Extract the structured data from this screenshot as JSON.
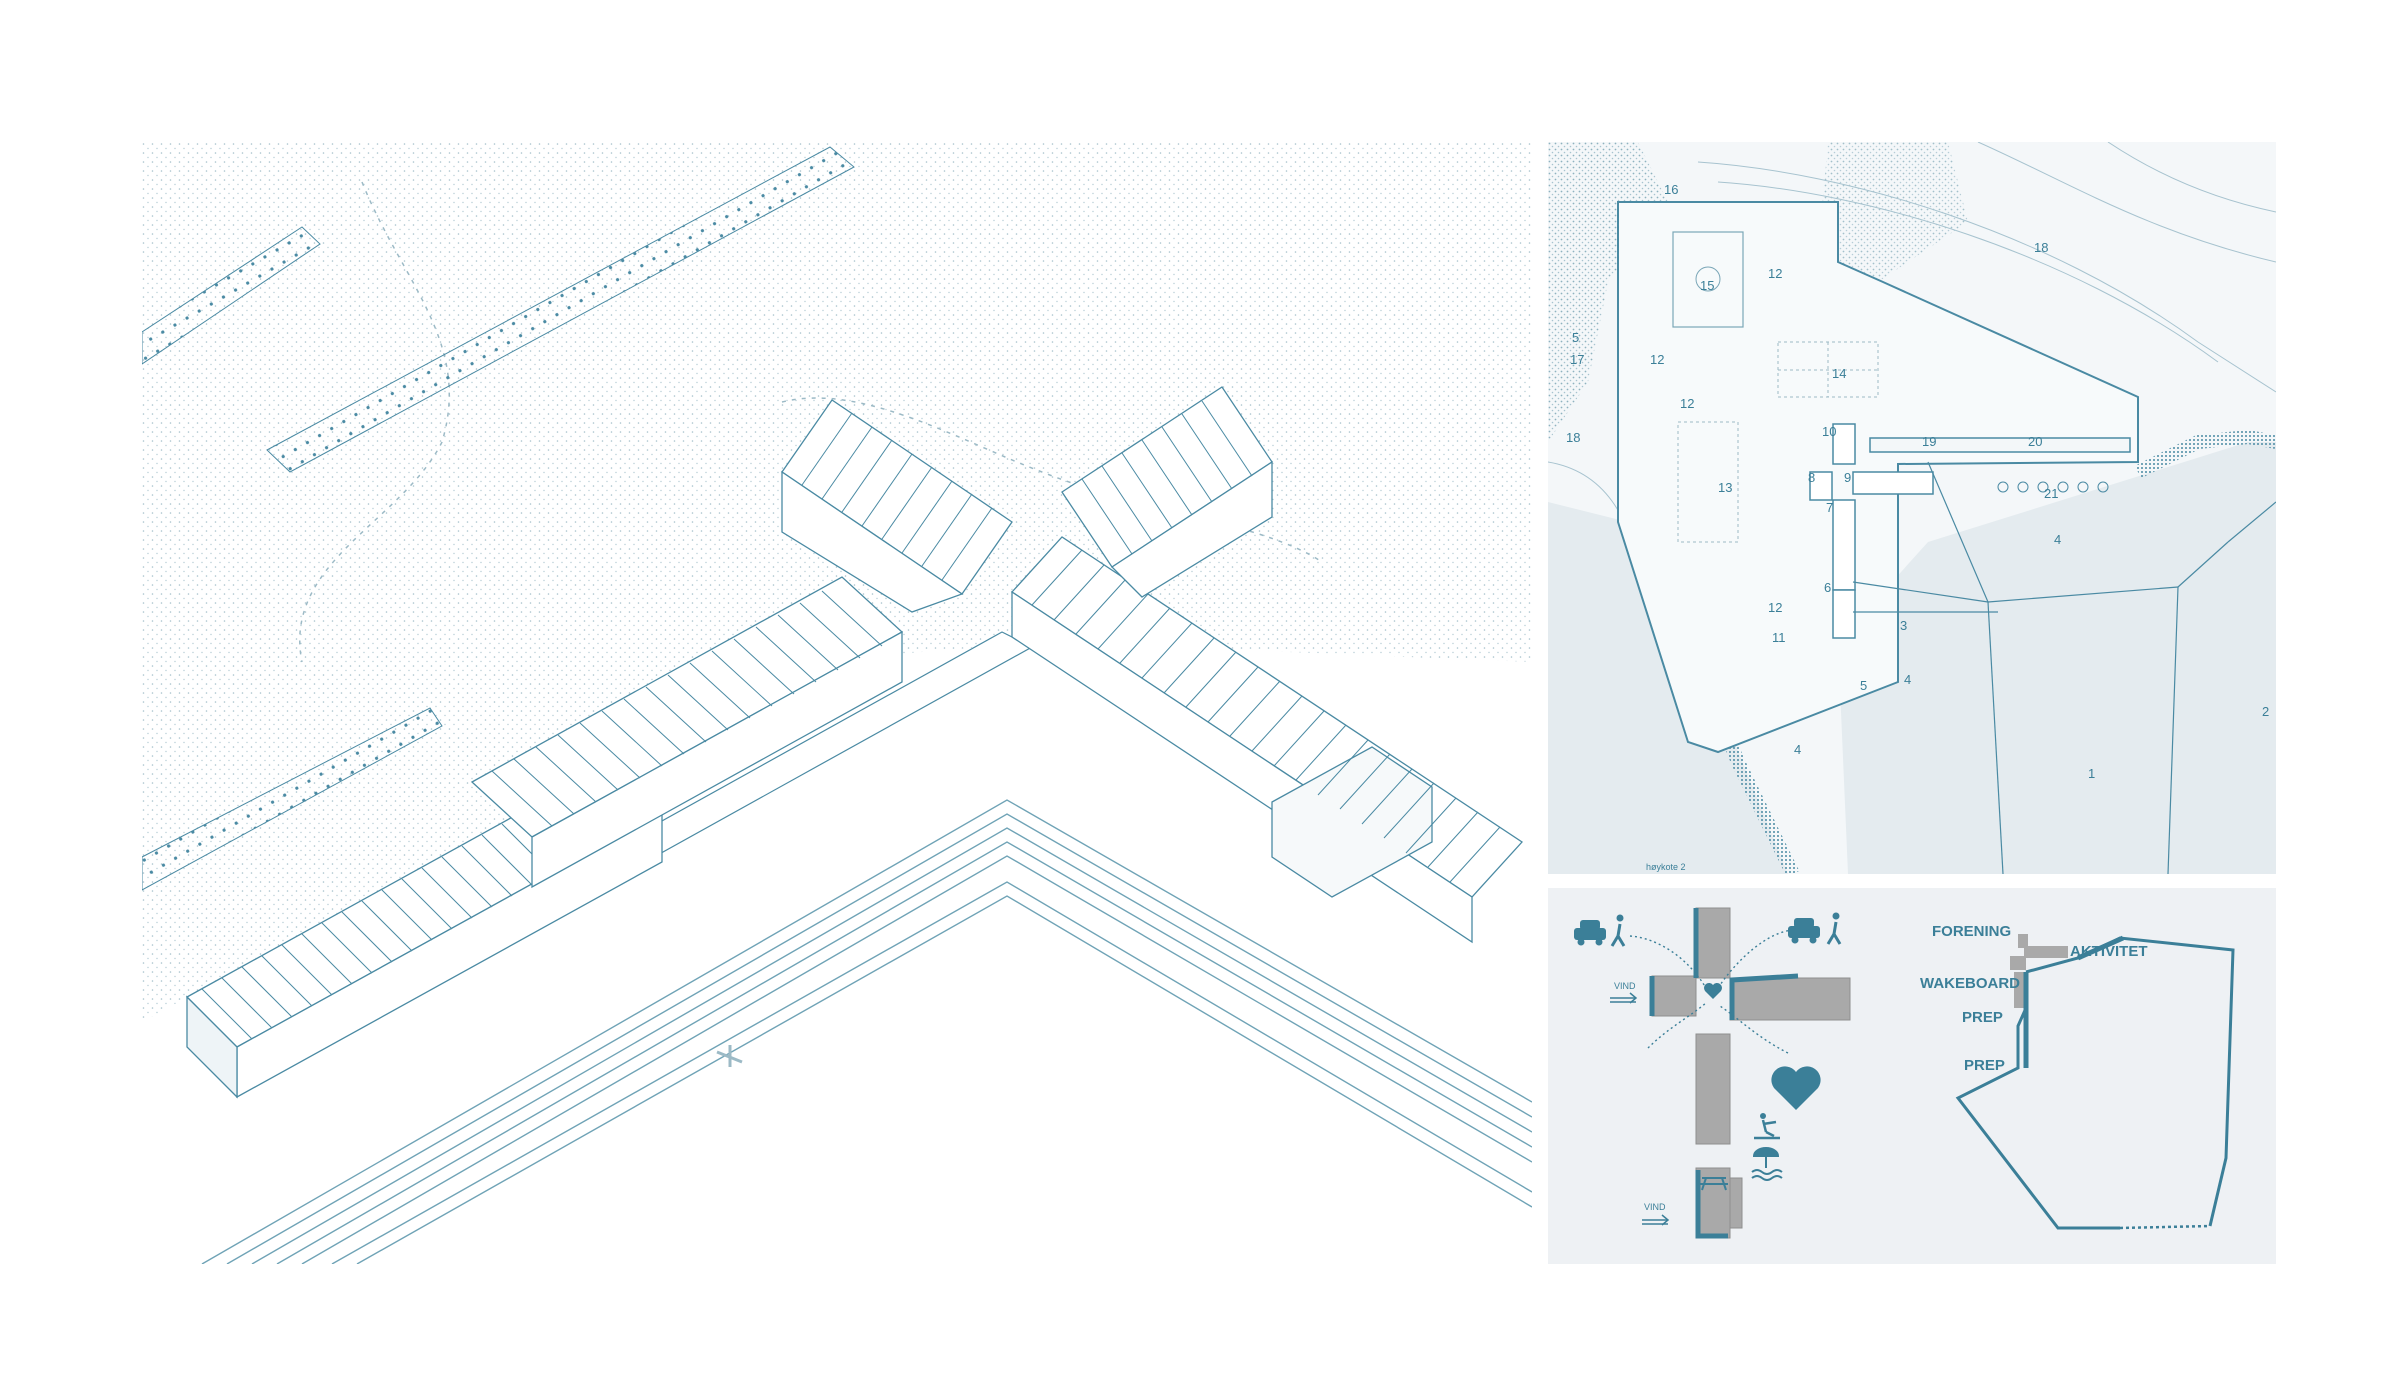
{
  "colors": {
    "line": "#4a8aa3",
    "accent": "#3b7f98",
    "dots": "#9cbac6",
    "water": "#e8eef2",
    "building": "#a9a9a9"
  },
  "site_plan": {
    "numbers": [
      {
        "id": "n16",
        "text": "16"
      },
      {
        "id": "n18a",
        "text": "18"
      },
      {
        "id": "n15",
        "text": "15"
      },
      {
        "id": "n12a",
        "text": "12"
      },
      {
        "id": "n12b",
        "text": "12"
      },
      {
        "id": "n5a",
        "text": "5"
      },
      {
        "id": "n17",
        "text": "17"
      },
      {
        "id": "n14",
        "text": "14"
      },
      {
        "id": "n12c",
        "text": "12"
      },
      {
        "id": "n10",
        "text": "10"
      },
      {
        "id": "n19",
        "text": "19"
      },
      {
        "id": "n20",
        "text": "20"
      },
      {
        "id": "n18b",
        "text": "18"
      },
      {
        "id": "n9",
        "text": "9"
      },
      {
        "id": "n8",
        "text": "8"
      },
      {
        "id": "n13",
        "text": "13"
      },
      {
        "id": "n21",
        "text": "21"
      },
      {
        "id": "n7",
        "text": "7"
      },
      {
        "id": "n4a",
        "text": "4"
      },
      {
        "id": "n6",
        "text": "6"
      },
      {
        "id": "n12d",
        "text": "12"
      },
      {
        "id": "n3",
        "text": "3"
      },
      {
        "id": "n11",
        "text": "11"
      },
      {
        "id": "n5b",
        "text": "5"
      },
      {
        "id": "n4b",
        "text": "4"
      },
      {
        "id": "n2",
        "text": "2"
      },
      {
        "id": "n4c",
        "text": "4"
      },
      {
        "id": "n1",
        "text": "1"
      }
    ],
    "contour_label": "høykote 2"
  },
  "diagram": {
    "wind_label_1": "VIND",
    "wind_label_2": "VIND",
    "zones": {
      "forening": "FORENING",
      "aktivitet": "AKTIVITET",
      "wakeboard": "WAKEBOARD",
      "prep_1": "PREP",
      "prep_2": "PREP"
    },
    "icons": [
      "car-icon",
      "pedestrian-icon",
      "heart-icon",
      "wakeboarder-icon",
      "beach-umbrella-icon",
      "picnic-table-icon",
      "wind-arrow-icon"
    ]
  }
}
